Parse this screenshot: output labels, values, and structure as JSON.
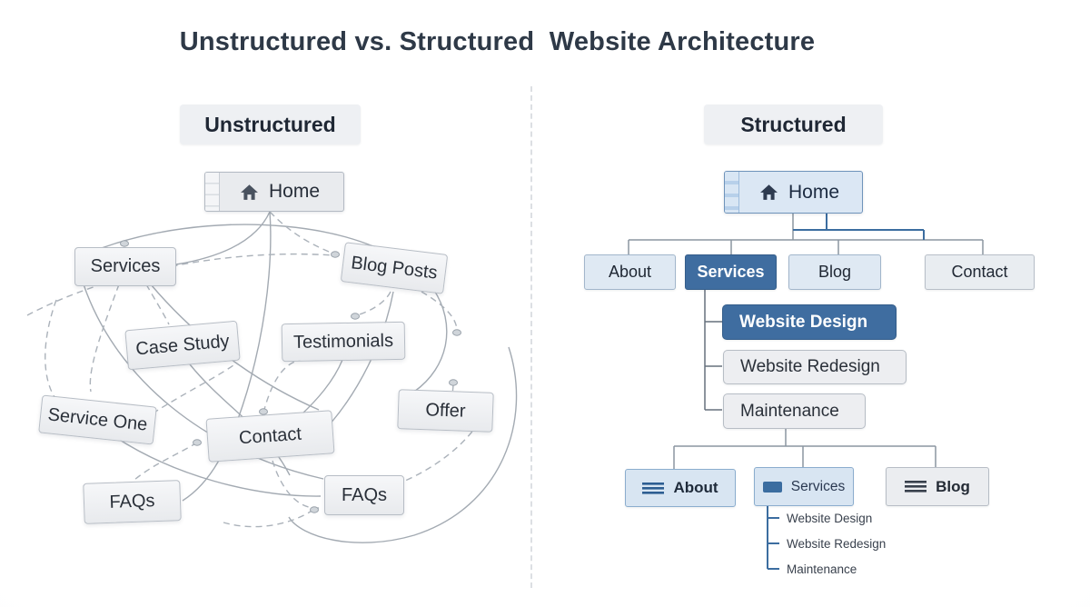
{
  "title": "Unstructured vs. Structured  Website Architecture",
  "left": {
    "header": "Unstructured",
    "home": {
      "label": "Home",
      "icon": "home-icon"
    },
    "nodes": [
      {
        "label": "Services"
      },
      {
        "label": "Blog Posts"
      },
      {
        "label": "Case Study"
      },
      {
        "label": "Testimonials"
      },
      {
        "label": "Service One"
      },
      {
        "label": "Offer"
      },
      {
        "label": "Contact"
      },
      {
        "label": "FAQs"
      },
      {
        "label": "FAQs"
      }
    ]
  },
  "right": {
    "header": "Structured",
    "home": {
      "label": "Home",
      "icon": "home-icon"
    },
    "level1": [
      {
        "label": "About",
        "style": "light"
      },
      {
        "label": "Services",
        "style": "dark-active"
      },
      {
        "label": "Blog",
        "style": "light"
      },
      {
        "label": "Contact",
        "style": "lighter"
      }
    ],
    "services_children": [
      {
        "label": "Website Design",
        "style": "dark-active"
      },
      {
        "label": "Website Redesign",
        "style": "light"
      },
      {
        "label": "Maintenance",
        "style": "light"
      }
    ],
    "page_leaves": [
      {
        "label": "About",
        "icon": "menu-icon",
        "style": "blue"
      },
      {
        "label": "Services",
        "icon": "rect-icon",
        "style": "blue"
      },
      {
        "label": "Blog",
        "icon": "menu-icon",
        "style": "gray"
      }
    ],
    "leaf_children": [
      {
        "label": "Website Design"
      },
      {
        "label": "Website Redesign"
      },
      {
        "label": "Maintenance"
      }
    ]
  },
  "colors": {
    "title": "#2e3947",
    "accent_blue": "#3f6da0",
    "light_blue_fill": "#dfe9f3",
    "gray_fill": "#edeef1",
    "line_gray": "#a3aab2",
    "connector_gray": "#8b95a1",
    "connector_blue": "#3c6da0"
  }
}
